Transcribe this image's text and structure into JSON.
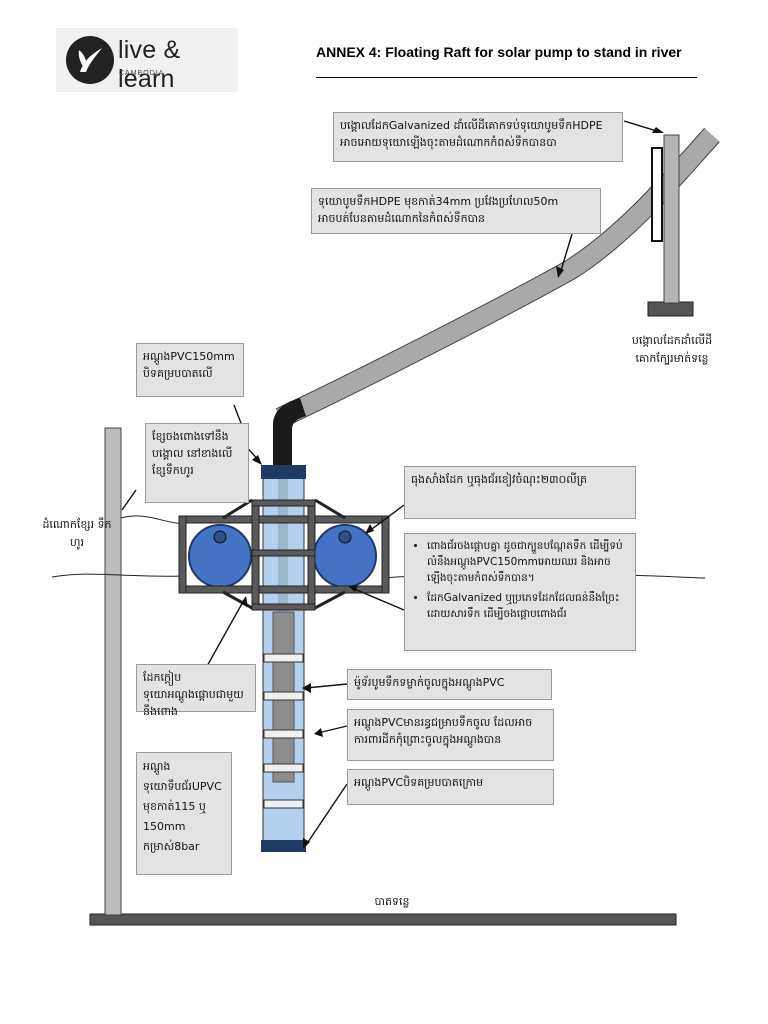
{
  "header": {
    "logo_text": "live & learn",
    "logo_sub": "CAMBODIA",
    "title": "ANNEX 4: Floating Raft for solar pump to stand in river"
  },
  "labels": {
    "galvanized_post": "បង្គោលដែកGalvanized ដាំលើដីគោកទប់ទុយោបូមទឹកHDPE អាចអោយទុយោឡើងចុះតាមដំណោកកំពស់ទឹកបានបា",
    "hdpe_pipe": "ទុយោបូមទឹកHDPE មុខកាត់34mm ប្រវែងប្រហែល50m អាចបត់បែនតាមដំណោកនៃកំពស់ទឹកបាន",
    "land_post": "បង្គោលដែកដាំលើដី គោកក្បែរមាត់ទន្លេ",
    "pvc_cap_top": "អណ្តូងPVC150mm បិទគម្របបាតលើ",
    "rope": "ខ្សែចងពោងទៅនឹងបង្គោល នៅខាងលើខ្សែទឹកហូរ",
    "water_level": "ដំណោកខ្សែរ ទឹកហូរ",
    "frame": "ធុងសាំងដែក ឬធុងជ័រខៀវចំណុះ២៣០លីត្រ",
    "bullet_1": "ពោងជ័រចងផ្តោបគ្នា ដូចជាក្បួនបណ្តែតទឹក ដើម្បីទប់លំនឹងអណ្តូងPVC150mmអោយឈរ និងអាចឡើងចុះតាមកំពស់ទឹកបាន។",
    "bullet_2": "ដែកGalvanized ឬប្រភេទដែកដែលធន់នឹងច្រែះដោយសារទឹក ដើម្បីចងផ្តោបពោងជ័រ",
    "clamp": "ដែកក្ដៀបទុយោអណ្តូងផ្តោបជាមួយនឹងពោង",
    "pump": "ម៉ូទ័របូមទឹកទម្លាក់ចូលក្នុងអណ្តូងPVC",
    "holes": "អណ្តូងPVCមានរន្ធជម្រាបទឹកចូល ដែលអាចការពារដីកកុំព្រោះចូលក្នុងអណ្តូងបាន",
    "casing": "អណ្តូងទុយោទឹបជ័រUPVC មុខកាត់115 ឬ 150mm កម្រាស់8bar",
    "pvc_cap_bottom": "អណ្តូងPVCបិទគម្របបាតក្រោម",
    "riverbed": "បាតទន្លេ"
  },
  "colors": {
    "pipe": "#a9a9a9",
    "float": "#4472c4",
    "frame": "#5a5a5a",
    "casing": "#b3d1ee",
    "cap": "#1f3a63",
    "note_bg": "#e3e3e3"
  }
}
